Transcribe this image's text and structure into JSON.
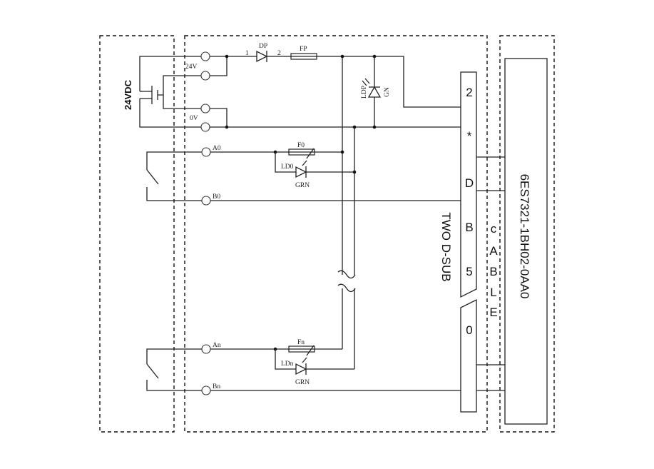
{
  "supply": {
    "voltage_label": "24VDC",
    "plus_label": "24V",
    "minus_label": "0V"
  },
  "status_led": {
    "diode_label": "DP",
    "diode_pin1": "1",
    "diode_pin2": "2",
    "fuse_label": "FP",
    "led_label": "LDP",
    "led_color": "GN"
  },
  "channel_0": {
    "terminal_a": "A0",
    "terminal_b": "B0",
    "fuse_label": "F0",
    "led_label": "LD0",
    "led_color": "GRN"
  },
  "channel_n": {
    "terminal_a": "An",
    "terminal_b": "Bn",
    "fuse_label": "Fn",
    "led_label": "LDn",
    "led_color": "GRN"
  },
  "connector": {
    "title": "TWO D-SUB",
    "pins_upper": [
      "2",
      "*",
      "D",
      "B",
      "5"
    ],
    "pins_lower": [
      "0"
    ]
  },
  "cable": {
    "letters": [
      "c",
      "A",
      "B",
      "L",
      "E"
    ]
  },
  "module": {
    "part_number": "6ES7321-1BH02-0AA0"
  }
}
